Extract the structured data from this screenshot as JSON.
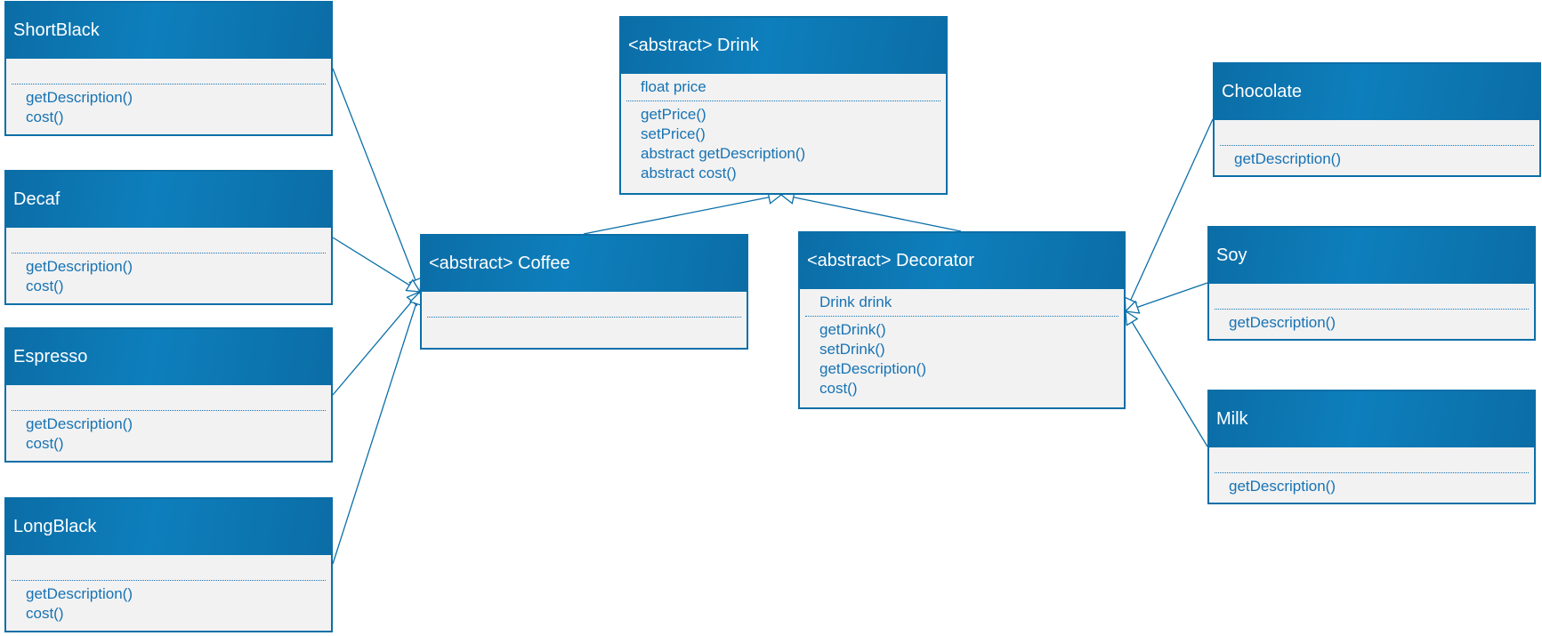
{
  "colors": {
    "header": "#0d7fbc",
    "border": "#0b6fa8",
    "body": "#f2f2f2",
    "text": "#1773b4"
  },
  "classes": {
    "drink": {
      "name": "<abstract> Drink",
      "attributes": [
        "float price"
      ],
      "methods": [
        "getPrice()",
        "setPrice()",
        "abstract getDescription()",
        "abstract cost()"
      ]
    },
    "coffee": {
      "name": "<abstract> Coffee",
      "attributes": [],
      "methods": []
    },
    "decorator": {
      "name": "<abstract> Decorator",
      "attributes": [
        "Drink drink"
      ],
      "methods": [
        "getDrink()",
        "setDrink()",
        "getDescription()",
        "cost()"
      ]
    },
    "shortblack": {
      "name": "ShortBlack",
      "attributes": [],
      "methods": [
        "getDescription()",
        "cost()"
      ]
    },
    "decaf": {
      "name": "Decaf",
      "attributes": [],
      "methods": [
        "getDescription()",
        "cost()"
      ]
    },
    "espresso": {
      "name": "Espresso",
      "attributes": [],
      "methods": [
        "getDescription()",
        "cost()"
      ]
    },
    "longblack": {
      "name": "LongBlack",
      "attributes": [],
      "methods": [
        "getDescription()",
        "cost()"
      ]
    },
    "chocolate": {
      "name": "Chocolate",
      "attributes": [],
      "methods": [
        "getDescription()"
      ]
    },
    "soy": {
      "name": "Soy",
      "attributes": [],
      "methods": [
        "getDescription()"
      ]
    },
    "milk": {
      "name": "Milk",
      "attributes": [],
      "methods": [
        "getDescription()"
      ]
    }
  },
  "relations": [
    {
      "from": "coffee",
      "to": "drink",
      "type": "inheritance"
    },
    {
      "from": "decorator",
      "to": "drink",
      "type": "inheritance"
    },
    {
      "from": "shortblack",
      "to": "coffee",
      "type": "inheritance"
    },
    {
      "from": "decaf",
      "to": "coffee",
      "type": "inheritance"
    },
    {
      "from": "espresso",
      "to": "coffee",
      "type": "inheritance"
    },
    {
      "from": "longblack",
      "to": "coffee",
      "type": "inheritance"
    },
    {
      "from": "chocolate",
      "to": "decorator",
      "type": "inheritance"
    },
    {
      "from": "soy",
      "to": "decorator",
      "type": "inheritance"
    },
    {
      "from": "milk",
      "to": "decorator",
      "type": "inheritance"
    }
  ]
}
